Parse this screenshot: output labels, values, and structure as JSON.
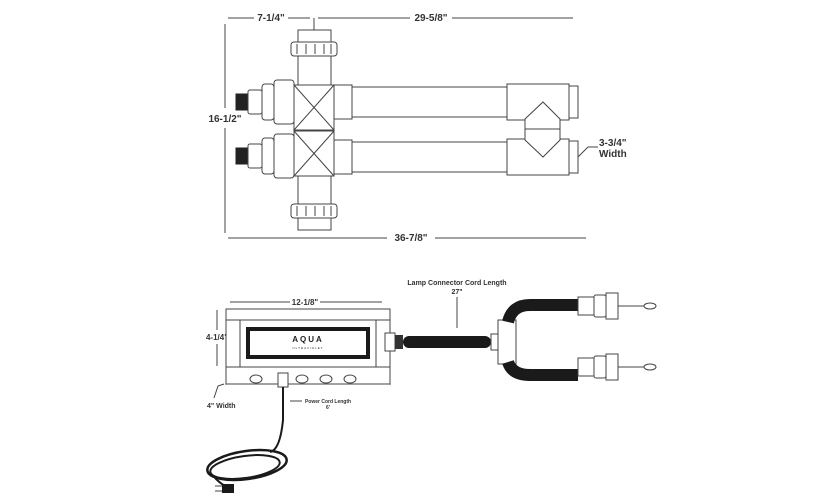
{
  "top_view": {
    "dim_left_width": "7-1/4\"",
    "dim_top_length": "29-5/8\"",
    "dim_height": "16-1/2\"",
    "dim_tube_width": "3-3/4\"",
    "dim_tube_width_label": "Width",
    "dim_total_length": "36-7/8\""
  },
  "bottom_view": {
    "lamp_cord_label": "Lamp Connector Cord Length",
    "lamp_cord_value": "27\"",
    "box_width": "12-1/8\"",
    "box_height": "4-1/4\"",
    "box_depth": "4\" Width",
    "power_cord_label": "Power Cord Length",
    "power_cord_value": "6'",
    "brand_logo": "AQUA",
    "brand_sub": "ULTRAVIOLET"
  }
}
